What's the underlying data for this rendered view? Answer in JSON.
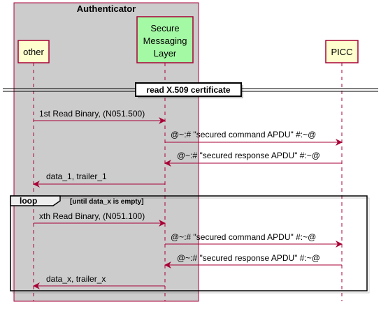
{
  "colors": {
    "box_fill": "#CCCCCC",
    "box_border": "#A80036",
    "participant_fill": "#FEFECE",
    "participant_fill_highlight": "#A4F9A4",
    "arrow": "#A80036",
    "text": "#000000"
  },
  "box": {
    "title": "Authenticator"
  },
  "participants": {
    "other": "other",
    "sml": [
      "Secure",
      "Messaging",
      "Layer"
    ],
    "picc": "PICC"
  },
  "divider": {
    "label": "read X.509 certificate"
  },
  "messages": [
    {
      "from": "other",
      "to": "sml",
      "label": "1st Read Binary, (N051.500)"
    },
    {
      "from": "sml",
      "to": "picc",
      "label": "@~:# \"secured command APDU\" #:~@"
    },
    {
      "from": "picc",
      "to": "sml",
      "label": "@~:# \"secured response APDU\" #:~@"
    },
    {
      "from": "sml",
      "to": "other",
      "label": "data_1, trailer_1"
    }
  ],
  "loop": {
    "keyword": "loop",
    "condition": "[until data_x is empty]",
    "messages": [
      {
        "from": "other",
        "to": "sml",
        "label": "xth Read Binary, (N051.100)"
      },
      {
        "from": "sml",
        "to": "picc",
        "label": "@~:# \"secured command APDU\" #:~@"
      },
      {
        "from": "picc",
        "to": "sml",
        "label": "@~:# \"secured response APDU\" #:~@"
      },
      {
        "from": "sml",
        "to": "other",
        "label": "data_x, trailer_x"
      }
    ]
  }
}
